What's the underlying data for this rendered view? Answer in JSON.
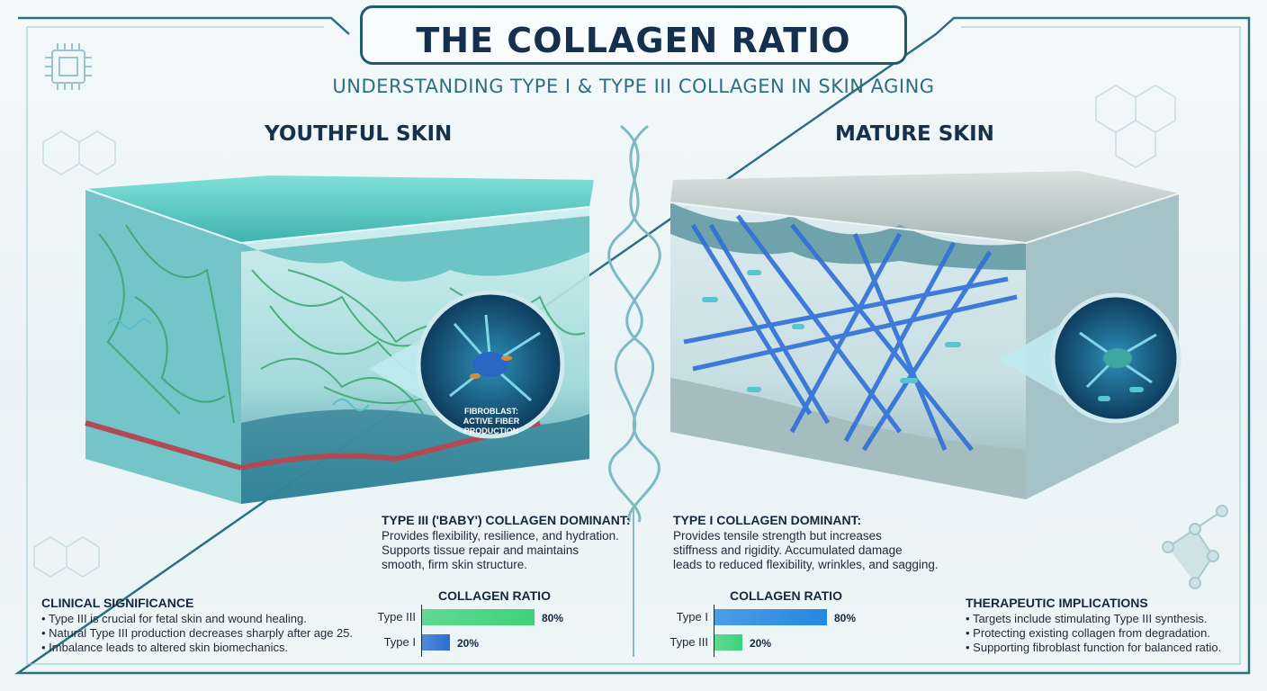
{
  "header": {
    "title": "THE COLLAGEN RATIO",
    "subtitle": "UNDERSTANDING TYPE I & TYPE III COLLAGEN IN SKIN AGING"
  },
  "left": {
    "title": "YOUTHFUL SKIN",
    "callout": [
      "FIBROBLAST:",
      "ACTIVE FIBER",
      "PRODUCTION"
    ],
    "desc_head": "TYPE III ('BABY') COLLAGEN DOMINANT:",
    "desc_lines": [
      "Provides flexibility, resilience, and hydration.",
      "Supports tissue repair and maintains",
      "smooth, firm skin structure."
    ],
    "ratio": {
      "title": "COLLAGEN RATIO",
      "rows": [
        {
          "label": "Type III",
          "value": 80,
          "pct_text": "80%",
          "color": "#3dd27a"
        },
        {
          "label": "Type I",
          "value": 20,
          "pct_text": "20%",
          "color": "#2b6fd0"
        }
      ]
    },
    "notes_head": "CLINICAL SIGNIFICANCE",
    "notes": [
      "Type III is crucial for fetal skin and wound healing.",
      "Natural Type III production decreases sharply after age 25.",
      "Imbalance leads to altered skin biomechanics."
    ]
  },
  "right": {
    "title": "MATURE SKIN",
    "desc_head": "TYPE I COLLAGEN DOMINANT:",
    "desc_lines": [
      "Provides tensile strength but increases",
      "stiffness and rigidity. Accumulated damage",
      "leads to reduced flexibility, wrinkles, and sagging."
    ],
    "ratio": {
      "title": "COLLAGEN RATIO",
      "rows": [
        {
          "label": "Type I",
          "value": 80,
          "pct_text": "80%",
          "color": "#2488e0"
        },
        {
          "label": "Type III",
          "value": 20,
          "pct_text": "20%",
          "color": "#3dd27a"
        }
      ]
    },
    "notes_head": "THERAPEUTIC IMPLICATIONS",
    "notes": [
      "Targets include stimulating Type III synthesis.",
      "Protecting existing collagen from degradation.",
      "Supporting fibroblast function for balanced ratio."
    ]
  },
  "colors": {
    "accent": "#1f5c6e",
    "youthful_tissue": "#49b7b2",
    "mature_tissue": "#9fb9bd",
    "type_iii": "#3dd27a",
    "type_i": "#2b6fd0"
  }
}
